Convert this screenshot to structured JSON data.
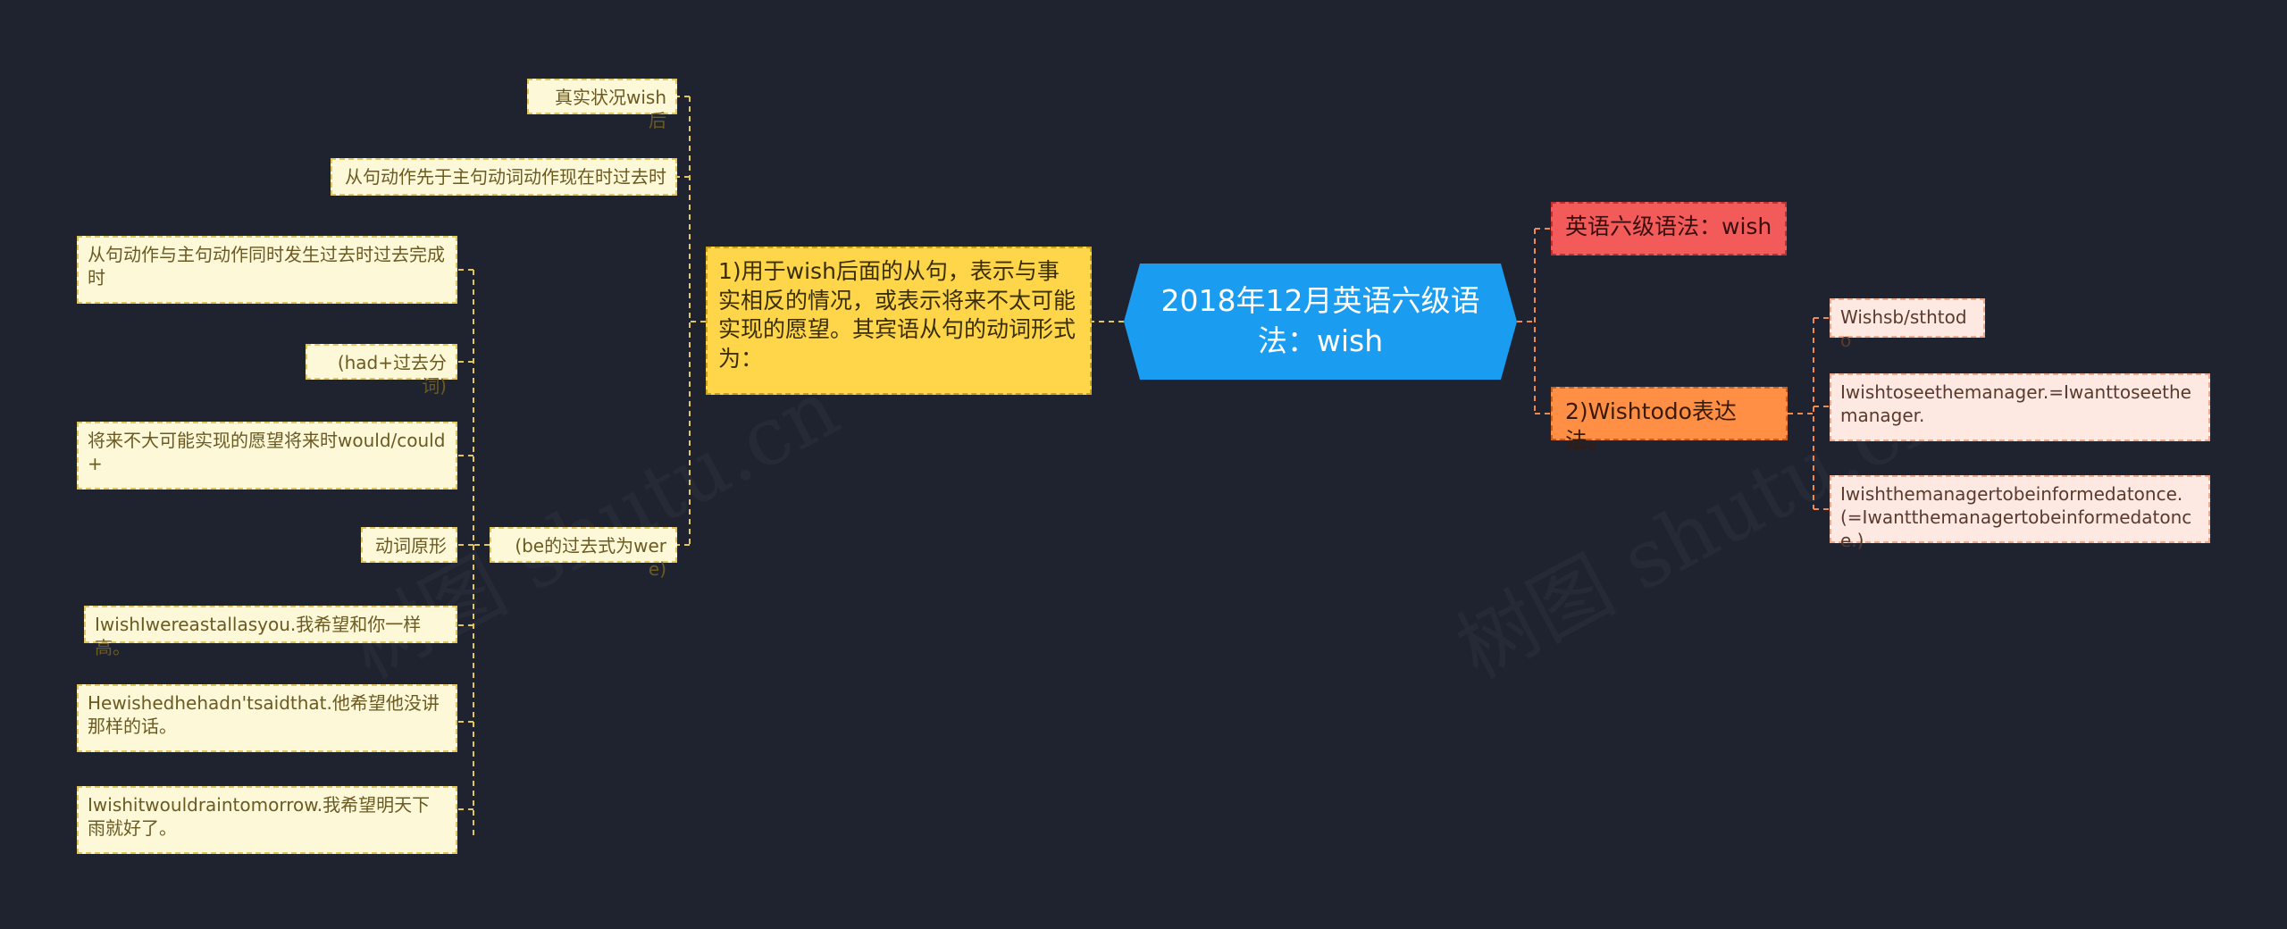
{
  "root": {
    "label": "2018年12月英语六级语法：wish"
  },
  "left": {
    "branch": "1)用于wish后面的从句，表示与事实相反的情况，或表示将来不太可能实现的愿望。其宾语从句的动词形式为：",
    "leaves": {
      "l1": "真实状况wish后",
      "l2": "从句动作先于主句动词动作现在时过去时",
      "l3": "(be的过去式为were)"
    },
    "subleaves": {
      "s1": "从句动作与主句动作同时发生过去时过去完成时",
      "s2": "(had+过去分词)",
      "s3": "将来不大可能实现的愿望将来时would/could+",
      "s4": "动词原形",
      "s5": "IwishIwereastallasyou.我希望和你一样高。",
      "s6": "Hewishedhehadn'tsaidthat.他希望他没讲那样的话。",
      "s7": "Iwishitwouldraintomorrow.我希望明天下雨就好了。"
    }
  },
  "right": {
    "branch1": "英语六级语法：wish",
    "branch2": "2)Wishtodo表达法。",
    "leaves": {
      "r1": "Wishsb/sthtodo",
      "r2": "Iwishtoseethemanager.=Iwanttoseethemanager.",
      "r3": "Iwishthemanagertobeinformedatonce.(=Iwantthemanagertobeinformedatonce.)"
    }
  },
  "watermark": "树图 shutu.cn",
  "colors": {
    "background": "#1f2330",
    "root": "#1a9cf0",
    "branch_yellow": "#ffd54a",
    "branch_red": "#f35b5b",
    "branch_orange": "#ff8f45",
    "leaf": "#fdf8d8",
    "leaf_right": "#fde9e1",
    "line_yellow": "#e3c65a",
    "line_orange": "#f08a4b"
  }
}
